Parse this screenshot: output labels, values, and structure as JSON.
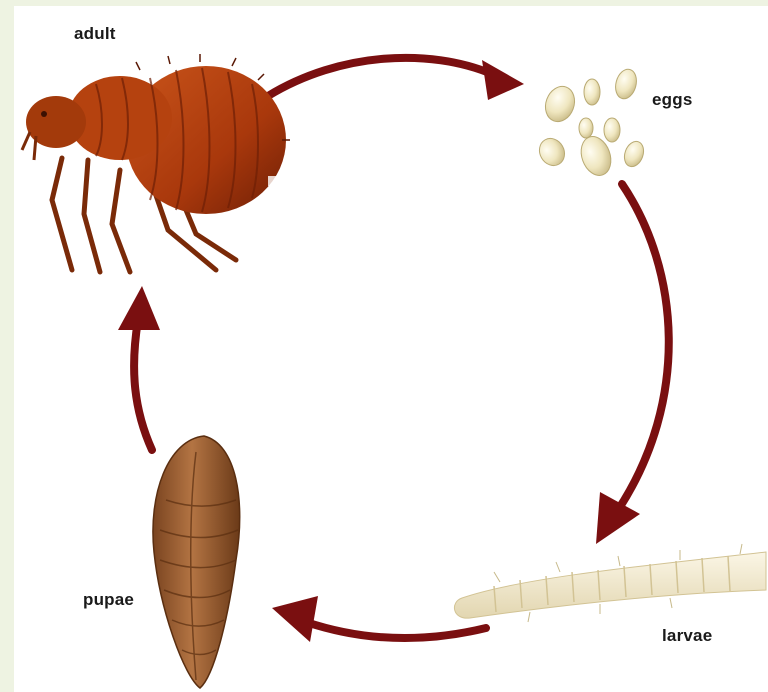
{
  "diagram": {
    "type": "life-cycle",
    "stages": [
      {
        "id": "adult",
        "label": "adult"
      },
      {
        "id": "eggs",
        "label": "eggs"
      },
      {
        "id": "larvae",
        "label": "larvae"
      },
      {
        "id": "pupae",
        "label": "pupae"
      }
    ],
    "arrows": [
      {
        "from": "adult",
        "to": "eggs"
      },
      {
        "from": "eggs",
        "to": "larvae"
      },
      {
        "from": "larvae",
        "to": "pupae"
      },
      {
        "from": "pupae",
        "to": "adult"
      }
    ],
    "colors": {
      "background_outer": "#eef3e2",
      "background_panel": "#ffffff",
      "arrow": "#7a0f10",
      "adult_body": "#b8400f",
      "egg": "#efe6bf",
      "larva": "#f4ecd2",
      "pupa": "#9a5a2e"
    }
  }
}
